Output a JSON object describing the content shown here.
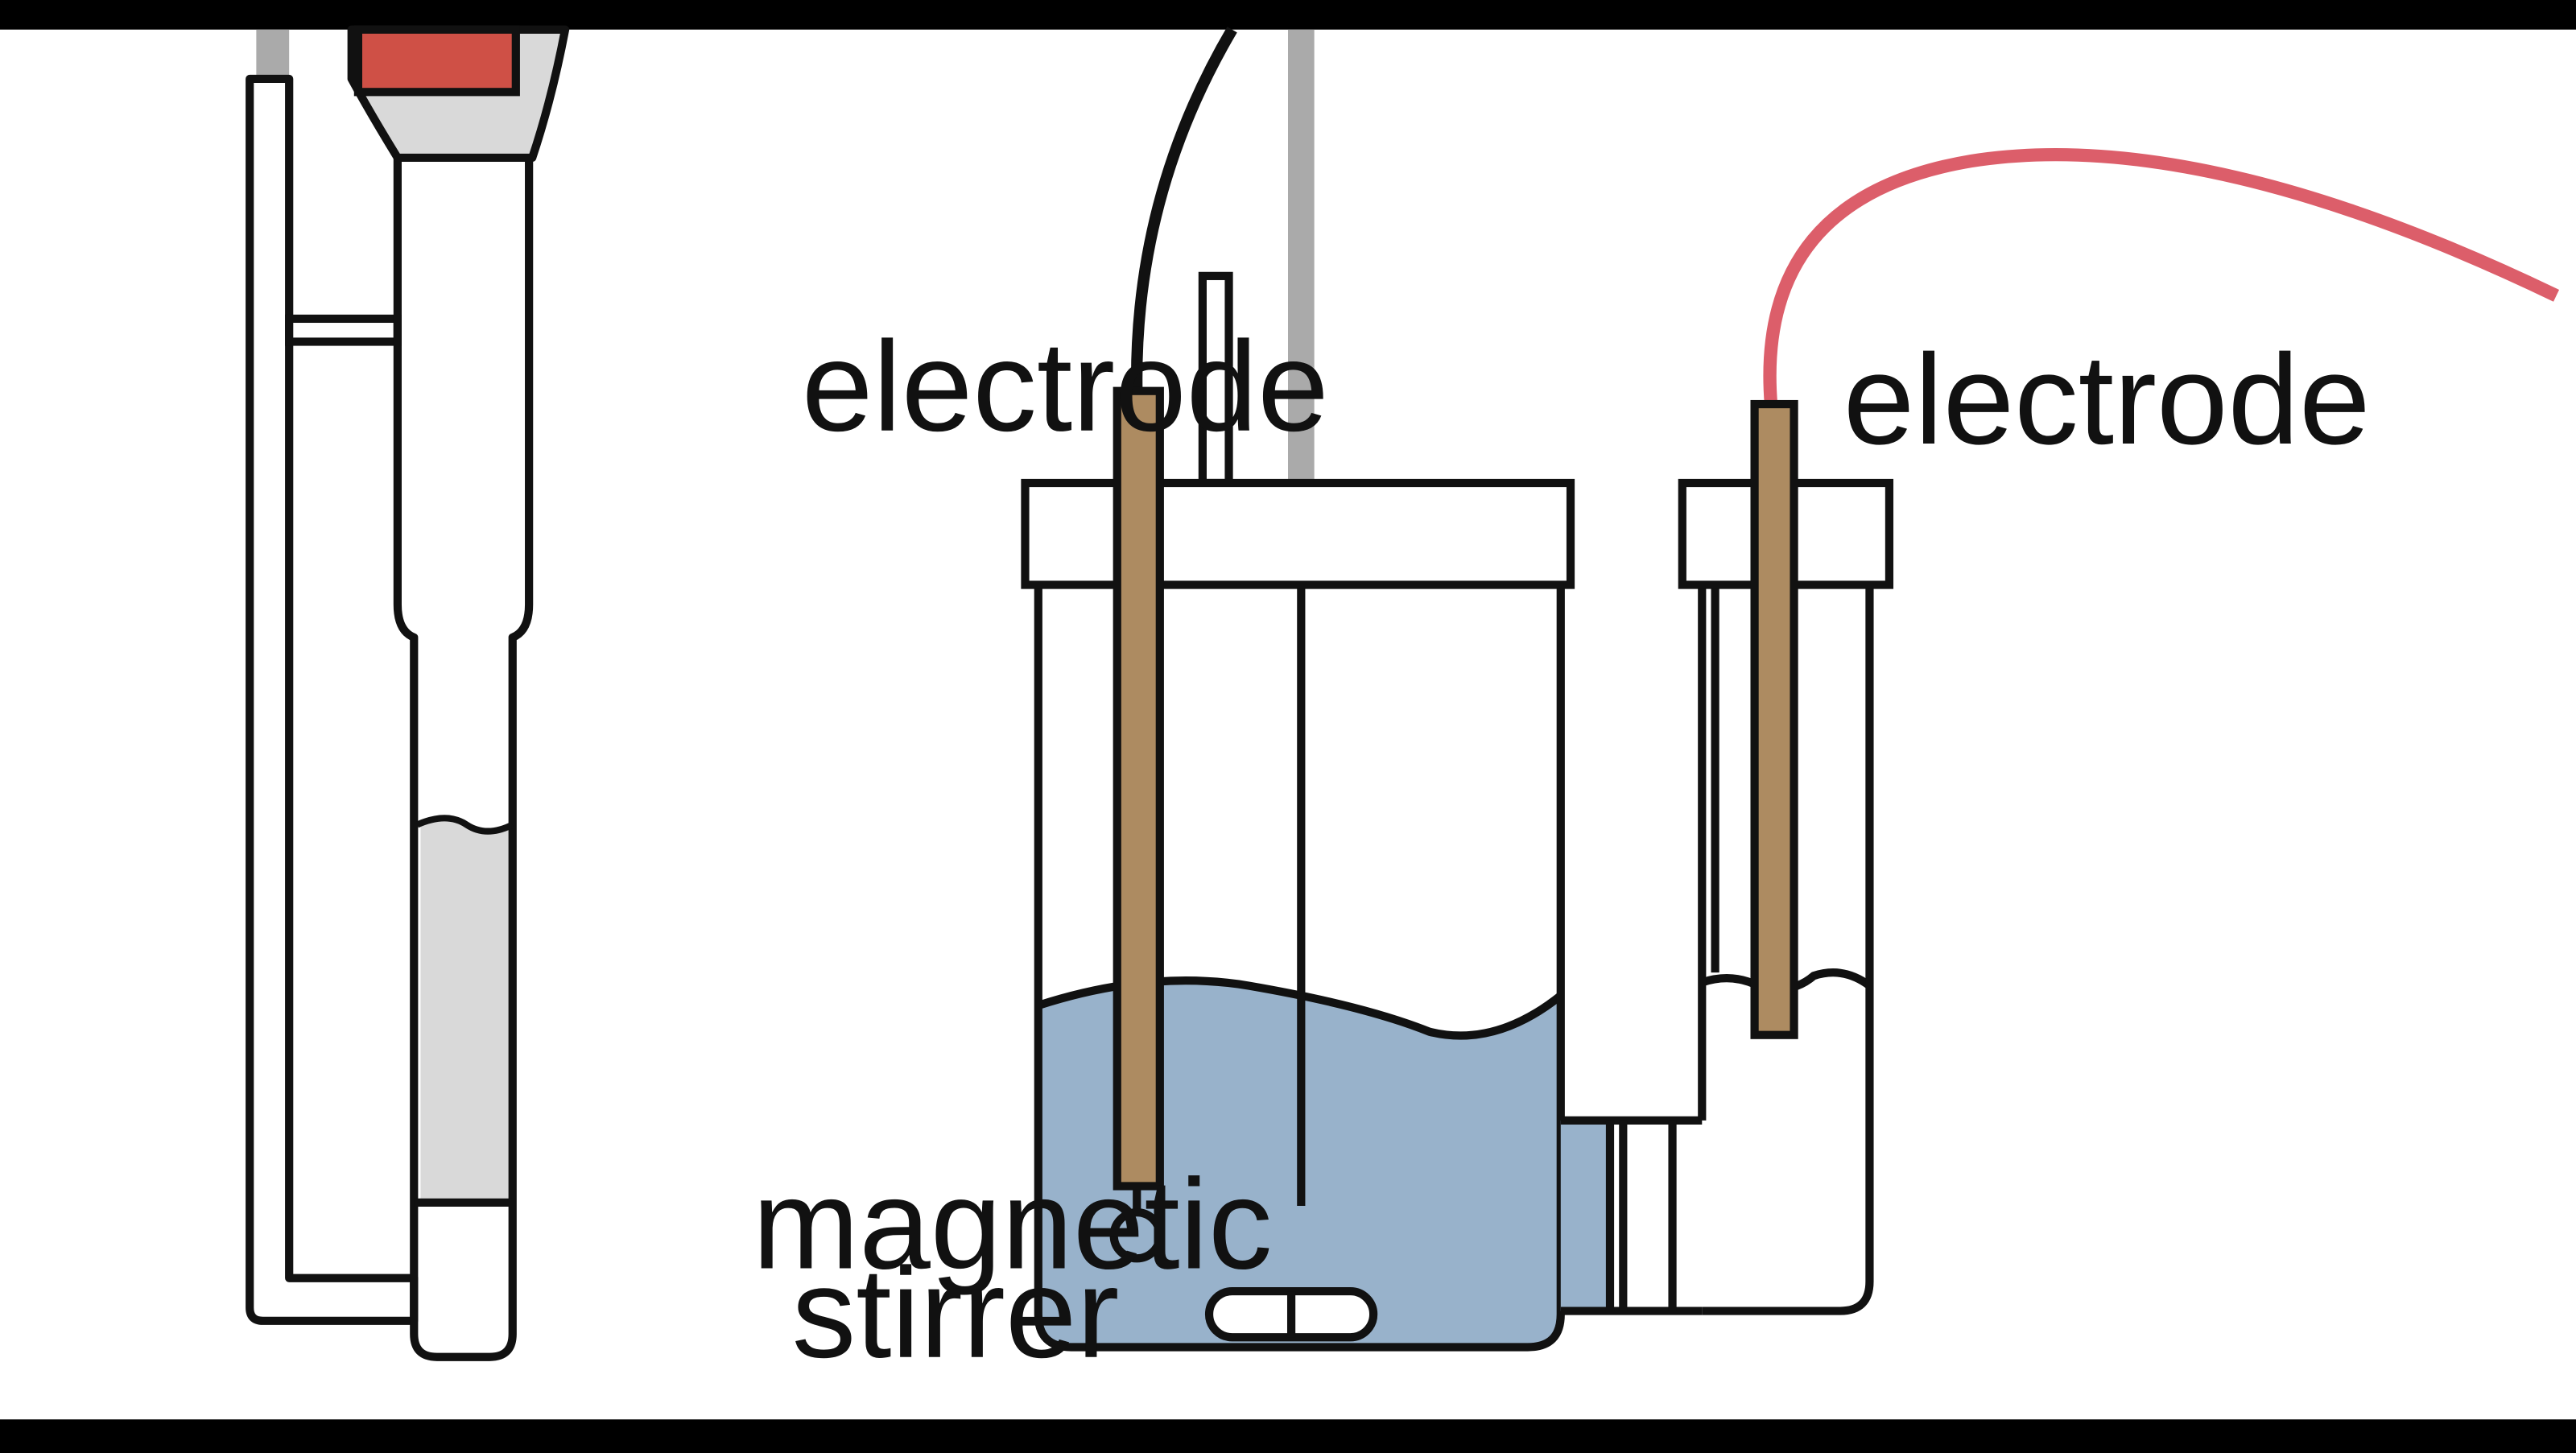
{
  "labels": {
    "left_electrode": "electrode",
    "right_electrode": "electrode",
    "stirrer_line1": "magnetic",
    "stirrer_line2": "stirrer"
  },
  "colors": {
    "background": "#ffffff",
    "frame": "#000000",
    "outline": "#111111",
    "solution": "#98b2cb",
    "electrode": "#ad8b61",
    "red_cap": "#cf5046",
    "red_wire": "#dc5e6a",
    "grey_fill": "#d9d9d9",
    "grey_rod": "#aaaaaa"
  }
}
